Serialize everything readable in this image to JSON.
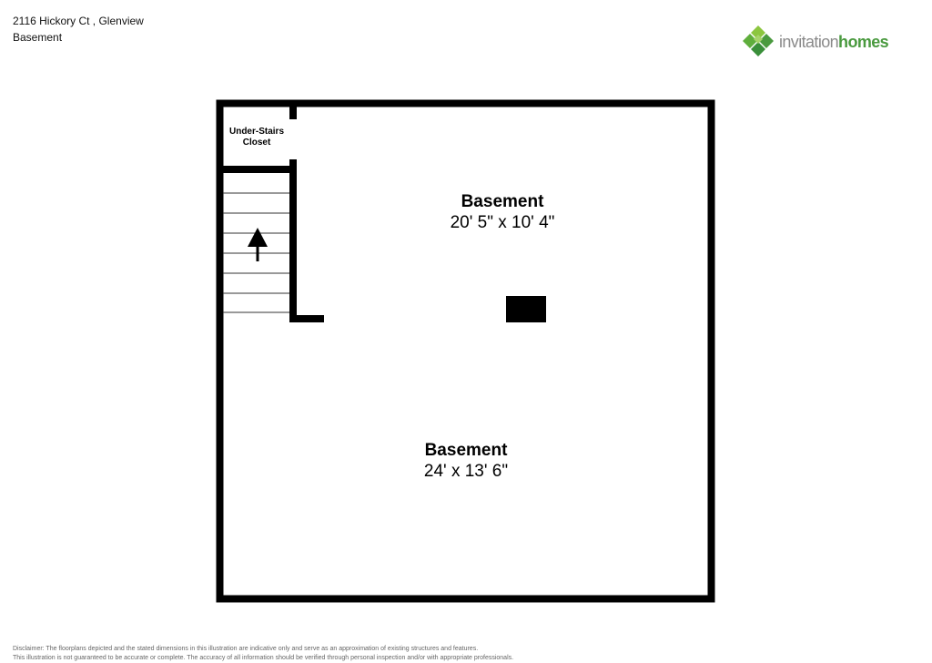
{
  "header": {
    "address": "2116 Hickory Ct , Glenview",
    "floor": "Basement"
  },
  "logo": {
    "word1": "invitation",
    "word2": "homes",
    "icon": "invitation-homes-diamond-logo",
    "colors": {
      "light_green": "#8cc63f",
      "dark_green": "#3a8f3a",
      "gray": "#8a8a8a"
    }
  },
  "rooms": [
    {
      "name": "Under-Stairs",
      "name_line2": "Closet",
      "dimensions": ""
    },
    {
      "name": "Basement",
      "dimensions": "20' 5\" x 10' 4\""
    },
    {
      "name": "Basement",
      "dimensions": "24' x 13' 6\""
    }
  ],
  "stairs": {
    "direction": "up",
    "icon": "arrow-up-icon"
  },
  "disclaimer": {
    "line1": "Disclaimer: The floorplans depicted and the stated dimensions in this illustration are indicative only and serve as an approximation of existing structures and features.",
    "line2": "This illustration is not guaranteed to be accurate or complete. The accuracy of all information should be verified through personal inspection and/or with appropriate professionals."
  }
}
